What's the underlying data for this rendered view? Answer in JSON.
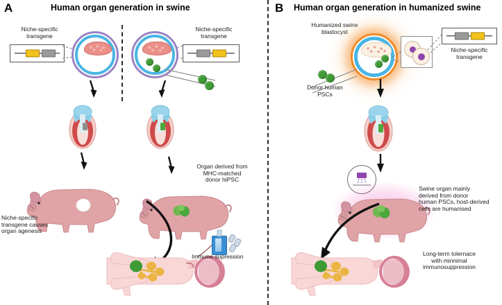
{
  "figure": {
    "domain": "scientific-diagram",
    "background": "#ffffff",
    "divider": "vertical-dashed"
  },
  "panels": [
    {
      "id": "A",
      "letter": "A",
      "title": "Human organ generation in swine",
      "subpanels": {
        "left": {
          "transgene_label": "Niche-specific\ntransgene",
          "construct": {
            "segments": [
              "yellow",
              "grey"
            ]
          },
          "outcome_label": "Niche-specific\ntransgene causes\norgan agenesis",
          "organ_state": "absent",
          "organ_color": "#ffffff"
        },
        "right": {
          "transgene_label": "Niche-specific\ntransgene",
          "construct": {
            "segments": [
              "grey",
              "yellow"
            ]
          },
          "outcome_label": "Organ derived from\nMHC-matched\ndonor hiPSC",
          "organ_state": "present",
          "organ_color": "#4ca83c",
          "treatment_label": "Immune-supression"
        }
      }
    },
    {
      "id": "B",
      "letter": "B",
      "title": "Human organ generation in humanized swine",
      "blastocyst_label": "Humanized swine\nblastocyst",
      "donor_label": "Donor human\nPSCs",
      "transgene_label": "Niche-specific\ntransgene",
      "construct": {
        "segments": [
          "grey",
          "yellow"
        ]
      },
      "organ_label": "Swine organ mainly\nderived from donor\nhuman PSCs, host-derived\ncells are humanised",
      "outcome_label": "Long-term tolernace\nwith minnimal\nimmunosuppression",
      "organ_color": "#4ca83c"
    }
  ],
  "colors": {
    "blastocyst_outer": "#9b82c4",
    "blastocyst_inner": "#49b5e2",
    "icm_pink": "#e98e88",
    "humanized_halo": "#f0922e",
    "psc_green": "#3f9b35",
    "pig_pink": "#e0a3a6",
    "organ_green": "#4ca83c",
    "transgene_yellow": "#f2c21c",
    "transgene_grey": "#9a9a9a",
    "pig_glow_magenta": "#f05fc0",
    "nucleus_purple": "#8e44ad",
    "text": "#1c1c1c"
  }
}
